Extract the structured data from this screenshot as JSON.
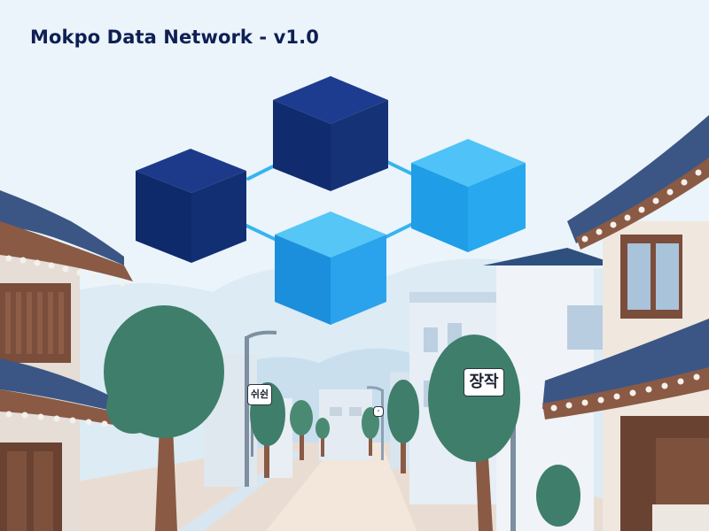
{
  "header": {
    "title": "Mokpo Data Network - v1.0"
  },
  "signs": {
    "right_sign": "장작",
    "left_sign": "쉬쉰"
  },
  "network": {
    "node_colors": [
      "#0f2a6b",
      "#1a3d8f",
      "#27a8ef",
      "#1f9de6"
    ],
    "link_color": "#35b4f0"
  },
  "palette": {
    "sky": "#eef6fb",
    "tree": "#3f7e6a",
    "roof": "#3c5a85",
    "road": "#f0e2d6"
  }
}
